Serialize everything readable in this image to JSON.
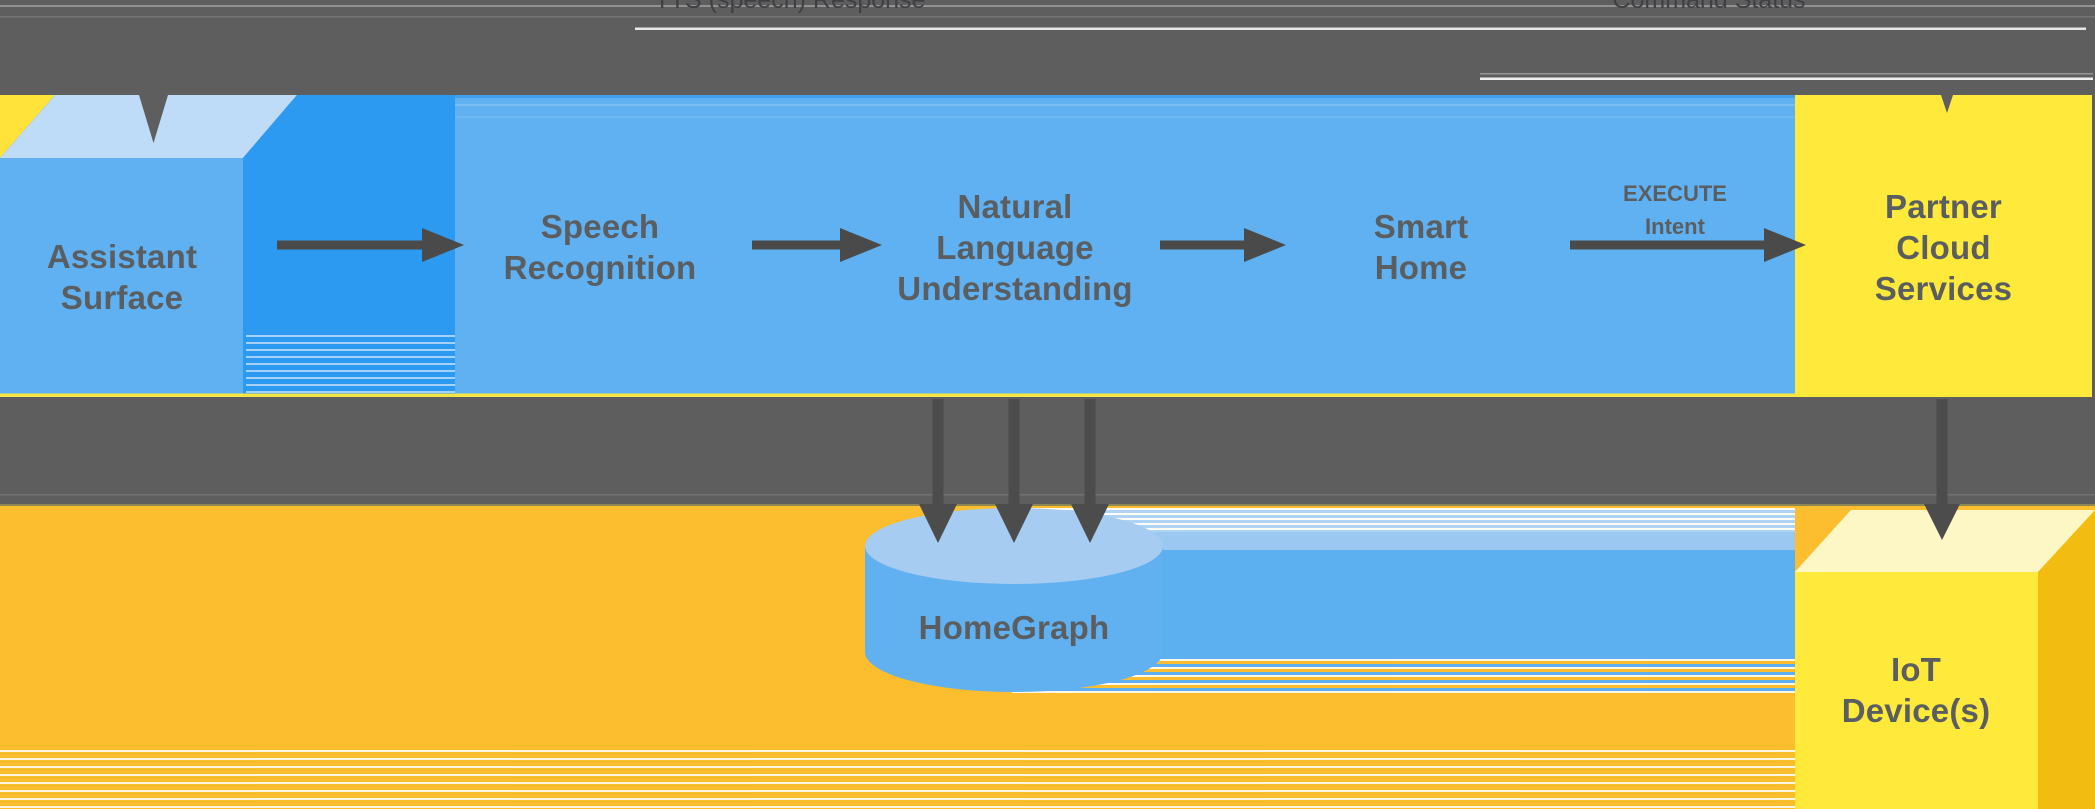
{
  "top_band": {
    "left_flow_label": "TTS (speech) Response",
    "right_flow_label": "Command Status"
  },
  "nodes": {
    "assistant_surface": {
      "lines": [
        "Assistant",
        "Surface"
      ]
    },
    "speech_recognition": {
      "lines": [
        "Speech",
        "Recognition"
      ]
    },
    "natural_language_understanding": {
      "lines": [
        "Natural",
        "Language",
        "Understanding"
      ]
    },
    "smart_home": {
      "lines": [
        "Smart",
        "Home"
      ]
    },
    "partner_cloud_services": {
      "lines": [
        "Partner",
        "Cloud",
        "Services"
      ]
    },
    "homegraph": {
      "label": "HomeGraph"
    },
    "iot_devices": {
      "lines": [
        "IoT",
        "Device(s)"
      ]
    }
  },
  "edge_labels": {
    "execute_intent": {
      "lines": [
        "EXECUTE",
        "Intent"
      ]
    }
  },
  "edges": [
    {
      "from": "Assistant Surface",
      "to": "Speech Recognition",
      "label": ""
    },
    {
      "from": "Speech Recognition",
      "to": "Natural Language Understanding",
      "label": ""
    },
    {
      "from": "Natural Language Understanding",
      "to": "Smart Home",
      "label": ""
    },
    {
      "from": "Smart Home",
      "to": "Partner Cloud Services",
      "label": "EXECUTE Intent"
    },
    {
      "from": "Smart Home",
      "to": "HomeGraph",
      "label": ""
    },
    {
      "from": "Partner Cloud Services",
      "to": "IoT Device(s)",
      "label": ""
    },
    {
      "from": "TTS (speech) Response",
      "to": "Assistant Surface",
      "label": ""
    },
    {
      "from": "Command Status",
      "to": "Partner Cloud Services",
      "label": ""
    }
  ],
  "colors": {
    "band_gray": "#5e5e5e",
    "arrow_gray": "#4a4a4a",
    "text_gray": "#5b5e61",
    "blue_main": "#5fb1f1",
    "blue_dark": "#2d9af2",
    "blue_pale": "#bedcf8",
    "cyl_top": "#a6ccf1",
    "cyl_body": "#61b1f1",
    "blue_band": "#5cb0f0",
    "blue_band_light": "#9ac8f0",
    "yellow_bright": "#ffe93b",
    "yellow_pale": "#fdf6c5",
    "amber": "#fcbe2e",
    "amber_side": "#f3bc10",
    "wedge_yellow": "#ffe33a"
  }
}
